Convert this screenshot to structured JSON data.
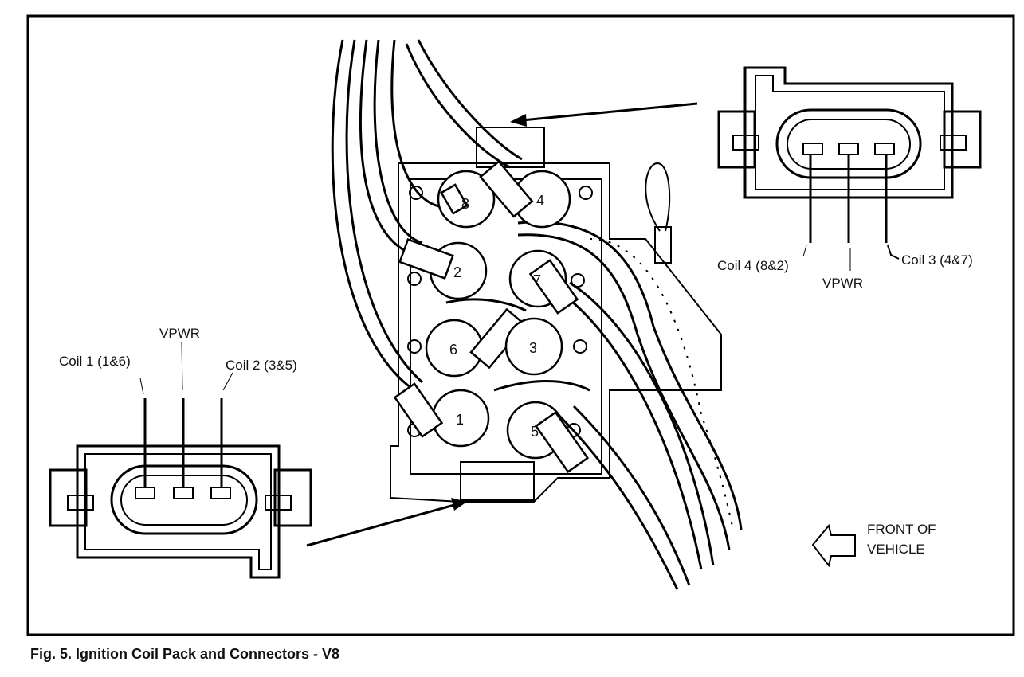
{
  "caption": "Fig. 5. Ignition Coil Pack and Connectors - V8",
  "coil_towers": [
    "8",
    "4",
    "2",
    "7",
    "6",
    "3",
    "1",
    "5"
  ],
  "right_connector": {
    "labels": {
      "left": "Coil 4 (8&2)",
      "middle": "VPWR",
      "right": "Coil 3 (4&7)"
    }
  },
  "left_connector": {
    "labels": {
      "left": "Coil 1 (1&6)",
      "middle": "VPWR",
      "right": "Coil 2 (3&5)"
    }
  },
  "direction": {
    "line1": "FRONT OF",
    "line2": "VEHICLE",
    "icon": "arrow-left-outline-icon"
  }
}
